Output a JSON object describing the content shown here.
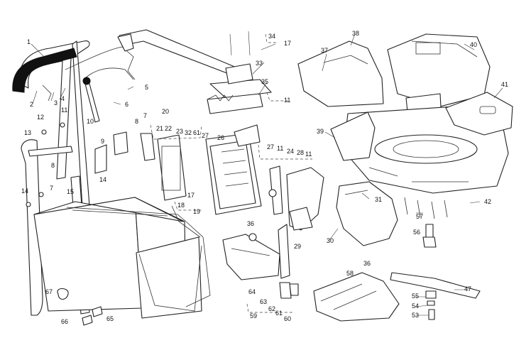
{
  "callouts": {
    "c1": "1",
    "c2": "2",
    "c3": "3",
    "c4": "4",
    "c5": "5",
    "c6": "6",
    "c7": "7",
    "c7b": "7",
    "c8": "8",
    "c8b": "8",
    "c9": "9",
    "c10": "10",
    "c11": "11",
    "c11b": "11",
    "c11c": "11",
    "c11d": "11",
    "c12": "12",
    "c13": "13",
    "c14": "14",
    "c14b": "14",
    "c15": "15",
    "c17": "17",
    "c17b": "17",
    "c18": "18",
    "c19": "19",
    "c20": "20",
    "c21": "21",
    "c22": "22",
    "c23": "23",
    "c24": "24",
    "c26": "26",
    "c27": "27",
    "c27b": "27",
    "c28": "28",
    "c29": "29",
    "c30": "30",
    "c31": "31",
    "c32": "32",
    "c33": "33",
    "c34": "34",
    "c35": "35",
    "c36": "36",
    "c36b": "36",
    "c37": "37",
    "c38": "38",
    "c39": "39",
    "c40": "40",
    "c41": "41",
    "c42": "42",
    "c47": "47",
    "c53": "53",
    "c54": "54",
    "c55": "55",
    "c56": "56",
    "c57": "57",
    "c58": "58",
    "c59": "59",
    "c60": "60",
    "c61": "61",
    "c61b": "61",
    "c62": "62",
    "c63": "63",
    "c64": "64",
    "c65": "65",
    "c66": "66",
    "c67": "67"
  }
}
